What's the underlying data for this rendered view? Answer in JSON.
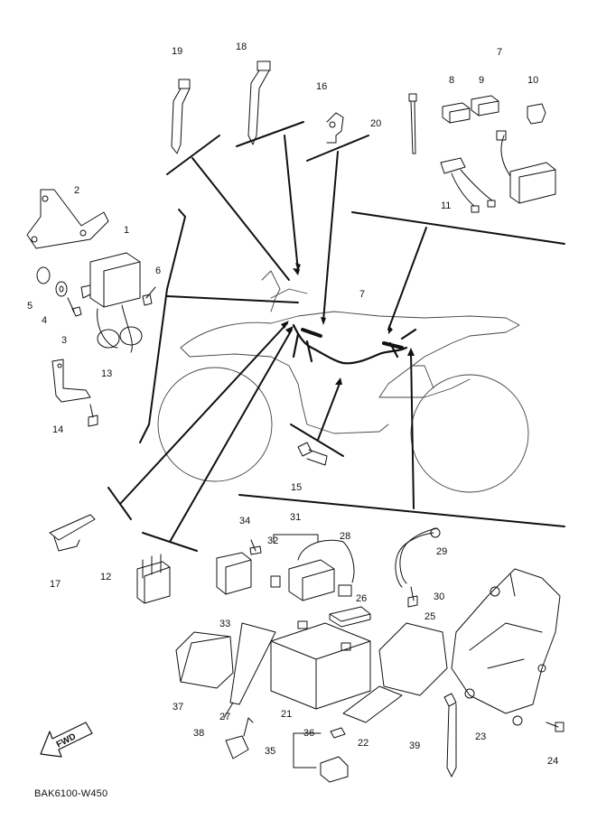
{
  "diagram": {
    "code": "BAK6100-W450",
    "fwd_label": "FWD",
    "callouts": [
      {
        "id": "1",
        "label": "1"
      },
      {
        "id": "2",
        "label": "2"
      },
      {
        "id": "3",
        "label": "3"
      },
      {
        "id": "4",
        "label": "4"
      },
      {
        "id": "5",
        "label": "5"
      },
      {
        "id": "6",
        "label": "6"
      },
      {
        "id": "7a",
        "label": "7"
      },
      {
        "id": "7b",
        "label": "7"
      },
      {
        "id": "8",
        "label": "8"
      },
      {
        "id": "9",
        "label": "9"
      },
      {
        "id": "10",
        "label": "10"
      },
      {
        "id": "11",
        "label": "11"
      },
      {
        "id": "12",
        "label": "12"
      },
      {
        "id": "13",
        "label": "13"
      },
      {
        "id": "14",
        "label": "14"
      },
      {
        "id": "15",
        "label": "15"
      },
      {
        "id": "16",
        "label": "16"
      },
      {
        "id": "17",
        "label": "17"
      },
      {
        "id": "18",
        "label": "18"
      },
      {
        "id": "19",
        "label": "19"
      },
      {
        "id": "20",
        "label": "20"
      },
      {
        "id": "21",
        "label": "21"
      },
      {
        "id": "22",
        "label": "22"
      },
      {
        "id": "23",
        "label": "23"
      },
      {
        "id": "24",
        "label": "24"
      },
      {
        "id": "25",
        "label": "25"
      },
      {
        "id": "26",
        "label": "26"
      },
      {
        "id": "27",
        "label": "27"
      },
      {
        "id": "28",
        "label": "28"
      },
      {
        "id": "29",
        "label": "29"
      },
      {
        "id": "30",
        "label": "30"
      },
      {
        "id": "31",
        "label": "31"
      },
      {
        "id": "32",
        "label": "32"
      },
      {
        "id": "33",
        "label": "33"
      },
      {
        "id": "34",
        "label": "34"
      },
      {
        "id": "35",
        "label": "35"
      },
      {
        "id": "36",
        "label": "36"
      },
      {
        "id": "37",
        "label": "37"
      },
      {
        "id": "38",
        "label": "38"
      },
      {
        "id": "39",
        "label": "39"
      }
    ]
  }
}
